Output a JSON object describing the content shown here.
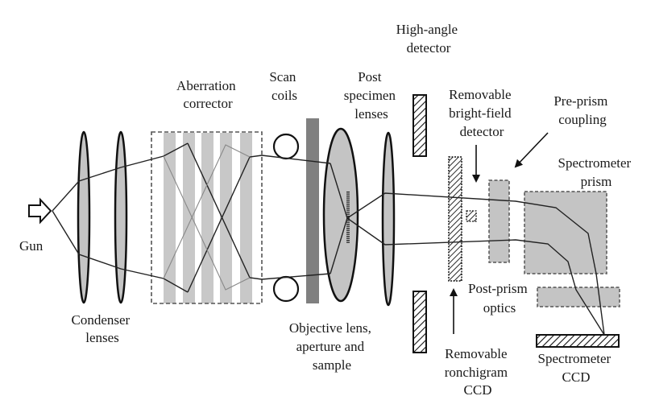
{
  "figure": {
    "title": "STEM with aberration corrector and EELS spectrometer schematic",
    "colors": {
      "stroke": "#111111",
      "lens_fill": "#c4c4c4",
      "corrector_stripe": "#c8c8c8",
      "aperture_fill": "#808080",
      "optics_box_fill": "#c4c4c4",
      "ray": "#222222",
      "ray_light": "#777777"
    }
  },
  "labels": {
    "gun": "Gun",
    "condenser": [
      "Condenser",
      "lenses"
    ],
    "aberration": [
      "Aberration",
      "corrector"
    ],
    "scan": [
      "Scan",
      "coils"
    ],
    "objective": [
      "Objective  lens,",
      "aperture and",
      "sample"
    ],
    "post_specimen": [
      "Post",
      "specimen",
      "lenses"
    ],
    "high_angle": [
      "High-angle",
      "detector"
    ],
    "bright_field": [
      "Removable",
      "bright-field",
      "detector"
    ],
    "pre_prism": [
      "Pre-prism",
      "coupling"
    ],
    "spectrometer_prism": [
      "Spectrometer",
      "prism"
    ],
    "post_prism": [
      "Post-prism",
      "optics"
    ],
    "ronchigram": [
      "Removable",
      "ronchigram",
      "CCD"
    ],
    "spectrometer_ccd": [
      "Spectrometer",
      "CCD"
    ]
  }
}
